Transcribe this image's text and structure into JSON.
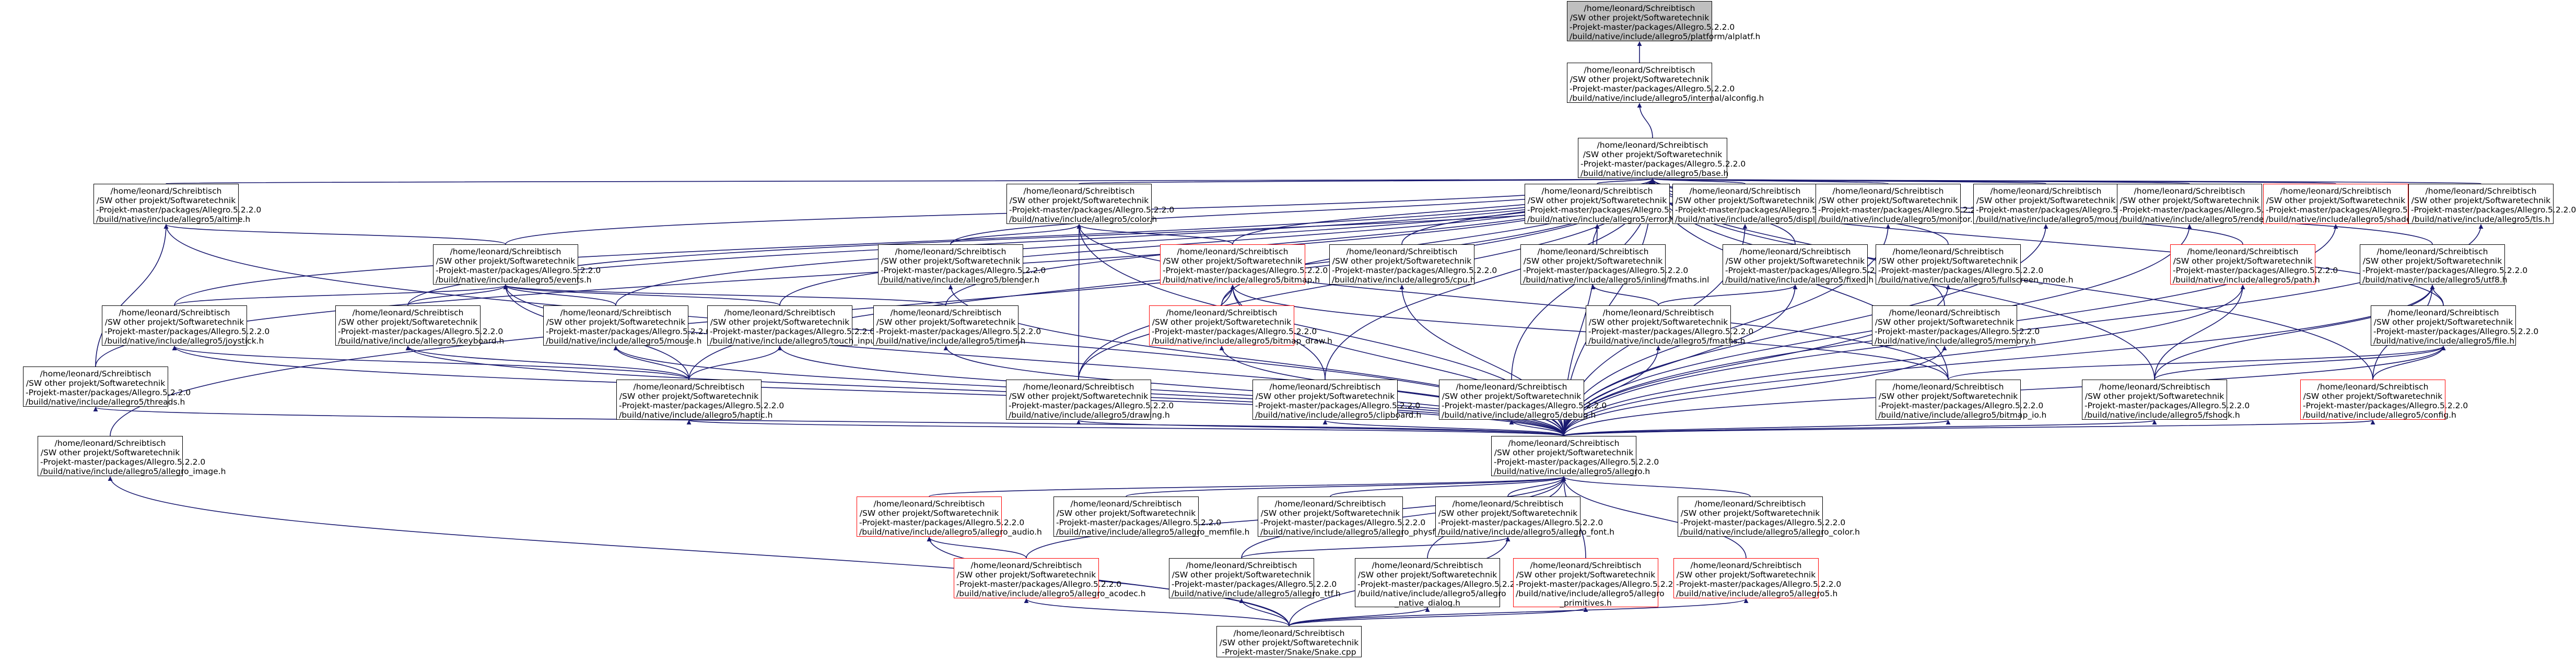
{
  "colors": {
    "edge": "#191970",
    "border": "#000000",
    "incomplete_border": "#ff0000",
    "highlight_fill": "#bfbfbf"
  },
  "nodes": {
    "platform_allegro": {
      "lines": [
        "/home/leonard/Schreibtisch",
        "/SW other projekt/Softwaretechnik",
        "-Projekt-master/packages/Allegro.5.2.2.0",
        "/build/native/include/allegro5/platform/alplatf.h"
      ]
    },
    "internal_alconfig": {
      "lines": [
        "/home/leonard/Schreibtisch",
        "/SW other projekt/Softwaretechnik",
        "-Projekt-master/packages/Allegro.5.2.2.0",
        "/build/native/include/allegro5/internal/alconfig.h"
      ]
    },
    "base": {
      "lines": [
        "/home/leonard/Schreibtisch",
        "/SW other projekt/Softwaretechnik",
        "-Projekt-master/packages/Allegro.5.2.2.0",
        "/build/native/include/allegro5/base.h"
      ]
    },
    "altime": {
      "lines": [
        "/home/leonard/Schreibtisch",
        "/SW other projekt/Softwaretechnik",
        "-Projekt-master/packages/Allegro.5.2.2.0",
        "/build/native/include/allegro5/altime.h"
      ]
    },
    "color": {
      "lines": [
        "/home/leonard/Schreibtisch",
        "/SW other projekt/Softwaretechnik",
        "-Projekt-master/packages/Allegro.5.2.2.0",
        "/build/native/include/allegro5/color.h"
      ]
    },
    "error": {
      "lines": [
        "/home/leonard/Schreibtisch",
        "/SW other projekt/Softwaretechnik",
        "-Projekt-master/packages/Allegro.5.2.2.0",
        "/build/native/include/allegro5/error.h"
      ]
    },
    "display": {
      "lines": [
        "/home/leonard/Schreibtisch",
        "/SW other projekt/Softwaretechnik",
        "-Projekt-master/packages/Allegro.5.2.2.0",
        "/build/native/include/allegro5/display.h"
      ]
    },
    "monitor": {
      "lines": [
        "/home/leonard/Schreibtisch",
        "/SW other projekt/Softwaretechnik",
        "-Projekt-master/packages/Allegro.5.2.2.0",
        "/build/native/include/allegro5/monitor.h"
      ]
    },
    "mouse_cursor": {
      "lines": [
        "/home/leonard/Schreibtisch",
        "/SW other projekt/Softwaretechnik",
        "-Projekt-master/packages/Allegro.5.2.2.0",
        "/build/native/include/allegro5/mouse_cursor.h"
      ]
    },
    "render_state": {
      "lines": [
        "/home/leonard/Schreibtisch",
        "/SW other projekt/Softwaretechnik",
        "-Projekt-master/packages/Allegro.5.2.2.0",
        "/build/native/include/allegro5/render_state.h"
      ]
    },
    "shader": {
      "lines": [
        "/home/leonard/Schreibtisch",
        "/SW other projekt/Softwaretechnik",
        "-Projekt-master/packages/Allegro.5.2.2.0",
        "/build/native/include/allegro5/shader.h"
      ]
    },
    "tls": {
      "lines": [
        "/home/leonard/Schreibtisch",
        "/SW other projekt/Softwaretechnik",
        "-Projekt-master/packages/Allegro.5.2.2.0",
        "/build/native/include/allegro5/tls.h"
      ]
    },
    "events": {
      "lines": [
        "/home/leonard/Schreibtisch",
        "/SW other projekt/Softwaretechnik",
        "-Projekt-master/packages/Allegro.5.2.2.0",
        "/build/native/include/allegro5/events.h"
      ]
    },
    "blender": {
      "lines": [
        "/home/leonard/Schreibtisch",
        "/SW other projekt/Softwaretechnik",
        "-Projekt-master/packages/Allegro.5.2.2.0",
        "/build/native/include/allegro5/blender.h"
      ]
    },
    "bitmap": {
      "lines": [
        "/home/leonard/Schreibtisch",
        "/SW other projekt/Softwaretechnik",
        "-Projekt-master/packages/Allegro.5.2.2.0",
        "/build/native/include/allegro5/bitmap.h"
      ]
    },
    "cpu": {
      "lines": [
        "/home/leonard/Schreibtisch",
        "/SW other projekt/Softwaretechnik",
        "-Projekt-master/packages/Allegro.5.2.2.0",
        "/build/native/include/allegro5/cpu.h"
      ]
    },
    "inline_fmaths": {
      "lines": [
        "/home/leonard/Schreibtisch",
        "/SW other projekt/Softwaretechnik",
        "-Projekt-master/packages/Allegro.5.2.2.0",
        "/build/native/include/allegro5/inline/fmaths.inl"
      ]
    },
    "fixed": {
      "lines": [
        "/home/leonard/Schreibtisch",
        "/SW other projekt/Softwaretechnik",
        "-Projekt-master/packages/Allegro.5.2.2.0",
        "/build/native/include/allegro5/fixed.h"
      ]
    },
    "fullscreen_mode": {
      "lines": [
        "/home/leonard/Schreibtisch",
        "/SW other projekt/Softwaretechnik",
        "-Projekt-master/packages/Allegro.5.2.2.0",
        "/build/native/include/allegro5/fullscreen_mode.h"
      ]
    },
    "path": {
      "lines": [
        "/home/leonard/Schreibtisch",
        "/SW other projekt/Softwaretechnik",
        "-Projekt-master/packages/Allegro.5.2.2.0",
        "/build/native/include/allegro5/path.h"
      ]
    },
    "utf8": {
      "lines": [
        "/home/leonard/Schreibtisch",
        "/SW other projekt/Softwaretechnik",
        "-Projekt-master/packages/Allegro.5.2.2.0",
        "/build/native/include/allegro5/utf8.h"
      ]
    },
    "joystick": {
      "lines": [
        "/home/leonard/Schreibtisch",
        "/SW other projekt/Softwaretechnik",
        "-Projekt-master/packages/Allegro.5.2.2.0",
        "/build/native/include/allegro5/joystick.h"
      ]
    },
    "keyboard": {
      "lines": [
        "/home/leonard/Schreibtisch",
        "/SW other projekt/Softwaretechnik",
        "-Projekt-master/packages/Allegro.5.2.2.0",
        "/build/native/include/allegro5/keyboard.h"
      ]
    },
    "mouse": {
      "lines": [
        "/home/leonard/Schreibtisch",
        "/SW other projekt/Softwaretechnik",
        "-Projekt-master/packages/Allegro.5.2.2.0",
        "/build/native/include/allegro5/mouse.h"
      ]
    },
    "touch_input": {
      "lines": [
        "/home/leonard/Schreibtisch",
        "/SW other projekt/Softwaretechnik",
        "-Projekt-master/packages/Allegro.5.2.2.0",
        "/build/native/include/allegro5/touch_input.h"
      ]
    },
    "timer": {
      "lines": [
        "/home/leonard/Schreibtisch",
        "/SW other projekt/Softwaretechnik",
        "-Projekt-master/packages/Allegro.5.2.2.0",
        "/build/native/include/allegro5/timer.h"
      ]
    },
    "bitmap_draw": {
      "lines": [
        "/home/leonard/Schreibtisch",
        "/SW other projekt/Softwaretechnik",
        "-Projekt-master/packages/Allegro.5.2.2.0",
        "/build/native/include/allegro5/bitmap_draw.h"
      ]
    },
    "fmaths": {
      "lines": [
        "/home/leonard/Schreibtisch",
        "/SW other projekt/Softwaretechnik",
        "-Projekt-master/packages/Allegro.5.2.2.0",
        "/build/native/include/allegro5/fmaths.h"
      ]
    },
    "memory": {
      "lines": [
        "/home/leonard/Schreibtisch",
        "/SW other projekt/Softwaretechnik",
        "-Projekt-master/packages/Allegro.5.2.2.0",
        "/build/native/include/allegro5/memory.h"
      ]
    },
    "file": {
      "lines": [
        "/home/leonard/Schreibtisch",
        "/SW other projekt/Softwaretechnik",
        "-Projekt-master/packages/Allegro.5.2.2.0",
        "/build/native/include/allegro5/file.h"
      ]
    },
    "threads": {
      "lines": [
        "/home/leonard/Schreibtisch",
        "/SW other projekt/Softwaretechnik",
        "-Projekt-master/packages/Allegro.5.2.2.0",
        "/build/native/include/allegro5/threads.h"
      ]
    },
    "haptic": {
      "lines": [
        "/home/leonard/Schreibtisch",
        "/SW other projekt/Softwaretechnik",
        "-Projekt-master/packages/Allegro.5.2.2.0",
        "/build/native/include/allegro5/haptic.h"
      ]
    },
    "drawing": {
      "lines": [
        "/home/leonard/Schreibtisch",
        "/SW other projekt/Softwaretechnik",
        "-Projekt-master/packages/Allegro.5.2.2.0",
        "/build/native/include/allegro5/drawing.h"
      ]
    },
    "clipboard": {
      "lines": [
        "/home/leonard/Schreibtisch",
        "/SW other projekt/Softwaretechnik",
        "-Projekt-master/packages/Allegro.5.2.2.0",
        "/build/native/include/allegro5/clipboard.h"
      ]
    },
    "debug": {
      "lines": [
        "/home/leonard/Schreibtisch",
        "/SW other projekt/Softwaretechnik",
        "-Projekt-master/packages/Allegro.5.2.2.0",
        "/build/native/include/allegro5/debug.h"
      ]
    },
    "bitmap_io": {
      "lines": [
        "/home/leonard/Schreibtisch",
        "/SW other projekt/Softwaretechnik",
        "-Projekt-master/packages/Allegro.5.2.2.0",
        "/build/native/include/allegro5/bitmap_io.h"
      ]
    },
    "fshook": {
      "lines": [
        "/home/leonard/Schreibtisch",
        "/SW other projekt/Softwaretechnik",
        "-Projekt-master/packages/Allegro.5.2.2.0",
        "/build/native/include/allegro5/fshook.h"
      ]
    },
    "config": {
      "lines": [
        "/home/leonard/Schreibtisch",
        "/SW other projekt/Softwaretechnik",
        "-Projekt-master/packages/Allegro.5.2.2.0",
        "/build/native/include/allegro5/config.h"
      ]
    },
    "allegro_image": {
      "lines": [
        "/home/leonard/Schreibtisch",
        "/SW other projekt/Softwaretechnik",
        "-Projekt-master/packages/Allegro.5.2.2.0",
        "/build/native/include/allegro5/allegro_image.h"
      ]
    },
    "allegro": {
      "lines": [
        "/home/leonard/Schreibtisch",
        "/SW other projekt/Softwaretechnik",
        "-Projekt-master/packages/Allegro.5.2.2.0",
        "/build/native/include/allegro5/allegro.h"
      ]
    },
    "allegro_audio": {
      "lines": [
        "/home/leonard/Schreibtisch",
        "/SW other projekt/Softwaretechnik",
        "-Projekt-master/packages/Allegro.5.2.2.0",
        "/build/native/include/allegro5/allegro_audio.h"
      ]
    },
    "allegro_memfile": {
      "lines": [
        "/home/leonard/Schreibtisch",
        "/SW other projekt/Softwaretechnik",
        "-Projekt-master/packages/Allegro.5.2.2.0",
        "/build/native/include/allegro5/allegro_memfile.h"
      ]
    },
    "allegro_physfs": {
      "lines": [
        "/home/leonard/Schreibtisch",
        "/SW other projekt/Softwaretechnik",
        "-Projekt-master/packages/Allegro.5.2.2.0",
        "/build/native/include/allegro5/allegro_physfs.h"
      ]
    },
    "allegro_font": {
      "lines": [
        "/home/leonard/Schreibtisch",
        "/SW other projekt/Softwaretechnik",
        "-Projekt-master/packages/Allegro.5.2.2.0",
        "/build/native/include/allegro5/allegro_font.h"
      ]
    },
    "allegro_color": {
      "lines": [
        "/home/leonard/Schreibtisch",
        "/SW other projekt/Softwaretechnik",
        "-Projekt-master/packages/Allegro.5.2.2.0",
        "/build/native/include/allegro5/allegro_color.h"
      ]
    },
    "allegro_acodec": {
      "lines": [
        "/home/leonard/Schreibtisch",
        "/SW other projekt/Softwaretechnik",
        "-Projekt-master/packages/Allegro.5.2.2.0",
        "/build/native/include/allegro5/allegro_acodec.h"
      ]
    },
    "allegro_ttf": {
      "lines": [
        "/home/leonard/Schreibtisch",
        "/SW other projekt/Softwaretechnik",
        "-Projekt-master/packages/Allegro.5.2.2.0",
        "/build/native/include/allegro5/allegro_ttf.h"
      ]
    },
    "allegro_native_dialog": {
      "lines": [
        "/home/leonard/Schreibtisch",
        "/SW other projekt/Softwaretechnik",
        "-Projekt-master/packages/Allegro.5.2.2.0",
        "/build/native/include/allegro5/allegro",
        "_native_dialog.h"
      ]
    },
    "allegro_primitives": {
      "lines": [
        "/home/leonard/Schreibtisch",
        "/SW other projekt/Softwaretechnik",
        "-Projekt-master/packages/Allegro.5.2.2.0",
        "/build/native/include/allegro5/allegro",
        "_primitives.h"
      ]
    },
    "allegro5_h": {
      "lines": [
        "/home/leonard/Schreibtisch",
        "/SW other projekt/Softwaretechnik",
        "-Projekt-master/packages/Allegro.5.2.2.0",
        "/build/native/include/allegro5/allegro5.h"
      ]
    },
    "snake": {
      "lines": [
        "/home/leonard/Schreibtisch",
        "/SW other projekt/Softwaretechnik",
        "-Projekt-master/Snake/Snake.cpp"
      ]
    }
  }
}
